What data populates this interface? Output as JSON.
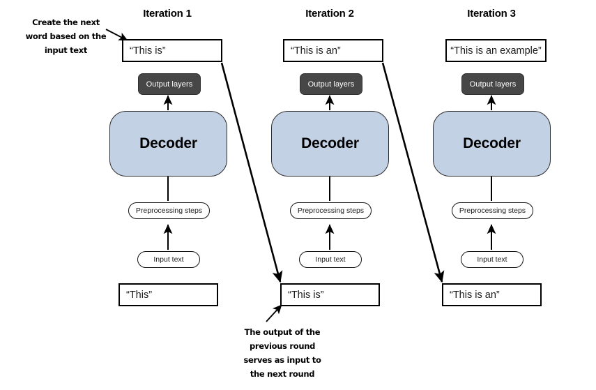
{
  "diagram": {
    "title_row": [
      {
        "label": "Iteration 1"
      },
      {
        "label": "Iteration 2"
      },
      {
        "label": "Iteration 3"
      }
    ],
    "columns": [
      {
        "iteration": "Iteration 1",
        "output_text": "“This is”",
        "output_layers": "Output layers",
        "decoder": "Decoder",
        "preprocessing": "Preprocessing steps",
        "input_pill": "Input text",
        "input_text": "“This”"
      },
      {
        "iteration": "Iteration 2",
        "output_text": "“This is an”",
        "output_layers": "Output layers",
        "decoder": "Decoder",
        "preprocessing": "Preprocessing steps",
        "input_pill": "Input text",
        "input_text": "“This is”"
      },
      {
        "iteration": "Iteration 3",
        "output_text": "“This is an example”",
        "output_layers": "Output layers",
        "decoder": "Decoder",
        "preprocessing": "Preprocessing steps",
        "input_pill": "Input text",
        "input_text": "“This is an”"
      }
    ],
    "annotations": {
      "top_left": {
        "lines": [
          "Create the next",
          "word based on the",
          "input text"
        ],
        "line1": "Create the next",
        "line2": "word based on the",
        "line3": "input text"
      },
      "bottom_center": {
        "lines": [
          "The output of the",
          "previous round",
          "serves as input to",
          "the next round"
        ],
        "line1": "The output of the",
        "line2": "previous round",
        "line3": "serves as input to",
        "line4": "the next round"
      }
    },
    "colors": {
      "decoder_fill": "#c3d1e4",
      "output_layers_fill": "#474747",
      "stroke": "#000000",
      "background": "#ffffff",
      "text": "#1a1a1a"
    }
  }
}
